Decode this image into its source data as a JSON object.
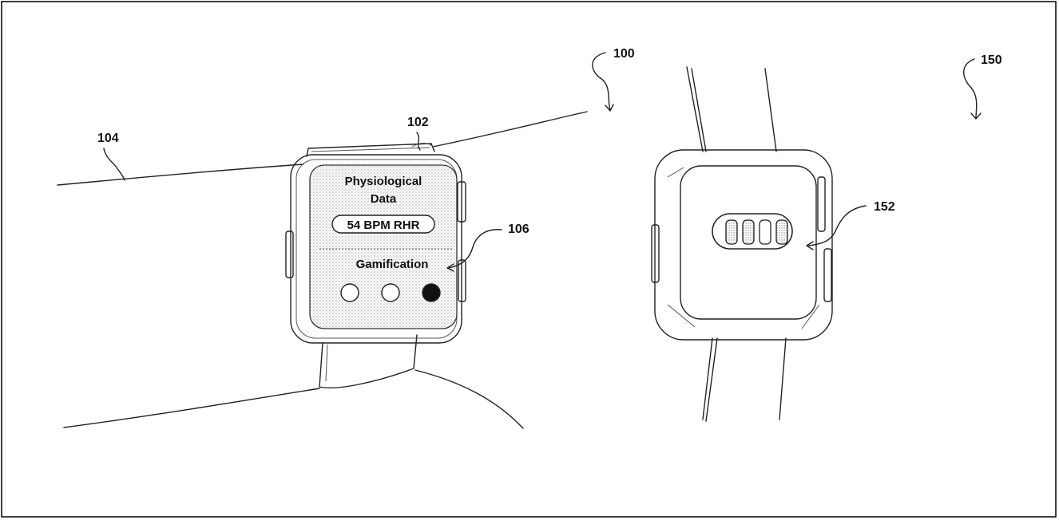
{
  "labels": {
    "ref_100": "100",
    "ref_102": "102",
    "ref_104": "104",
    "ref_106": "106",
    "ref_150": "150",
    "ref_152": "152"
  },
  "screen": {
    "title_line1": "Physiological",
    "title_line2": "Data",
    "metric_pill": "54 BPM RHR",
    "section_label": "Gamification",
    "indicators": [
      {
        "filled": false
      },
      {
        "filled": false
      },
      {
        "filled": true
      }
    ]
  }
}
